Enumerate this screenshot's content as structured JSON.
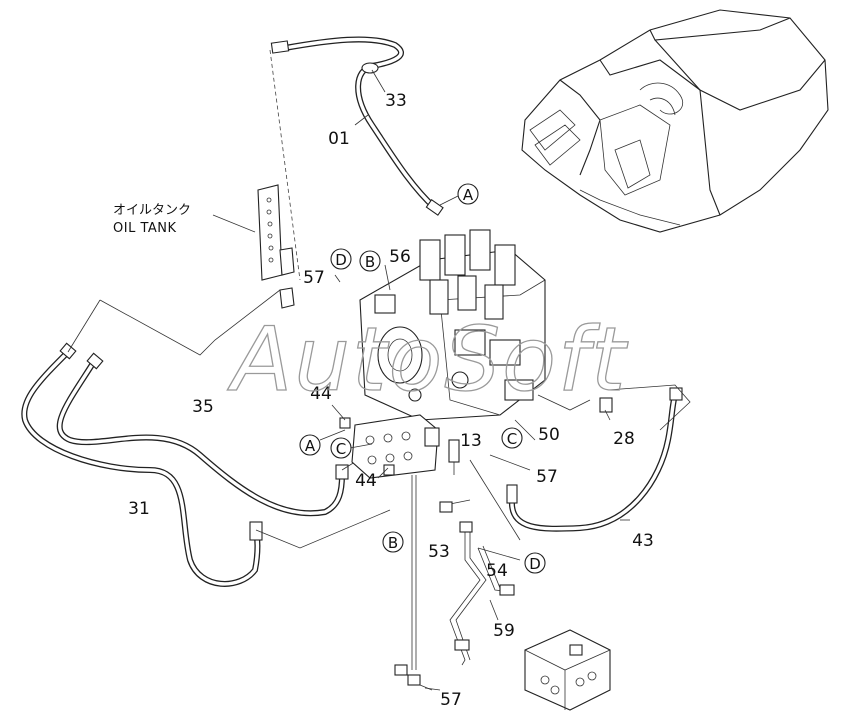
{
  "labels": {
    "oil_tank_ja": "オイルタンク",
    "oil_tank_en": "OIL TANK",
    "watermark": "AutoSoft"
  },
  "part_numbers": {
    "p33": "33",
    "p01": "01",
    "p56": "56",
    "p57_top": "57",
    "p44_top": "44",
    "p35": "35",
    "p13": "13",
    "p50": "50",
    "p28": "28",
    "p57_mid": "57",
    "p44_mid": "44",
    "p31": "31",
    "p43": "43",
    "p53": "53",
    "p54": "54",
    "p59": "59",
    "p57_bottom": "57"
  },
  "connection_markers": {
    "a_top": "A",
    "d_top": "D",
    "b_top": "B",
    "a_left": "A",
    "c_left": "C",
    "c_right": "C",
    "b_bottom": "B",
    "d_bottom": "D"
  }
}
